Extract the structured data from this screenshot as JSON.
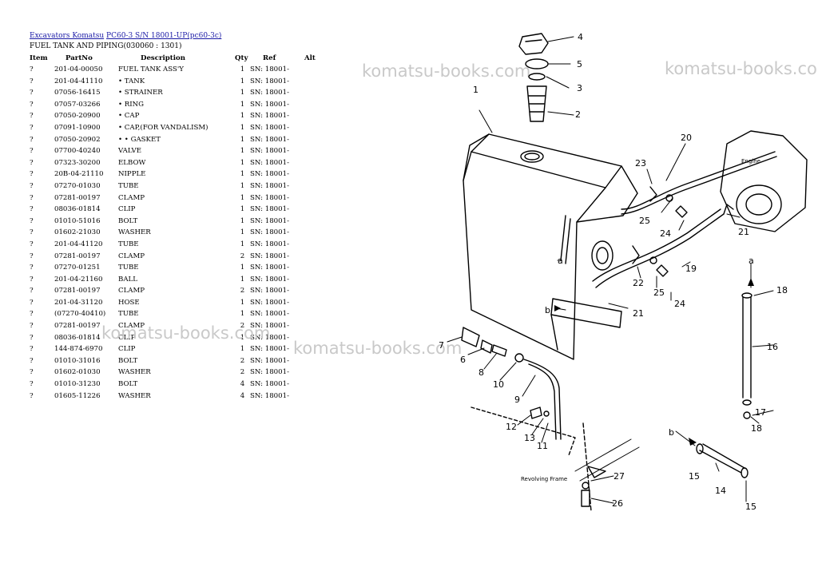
{
  "breadcrumb": {
    "link1": "Excavators Komatsu",
    "link2": "PC60-3 S/N 18001-UP(pc60-3c)"
  },
  "page_title": "FUEL TANK AND PIPING(030060 : 1301)",
  "table": {
    "headers": [
      "Item",
      "PartNo",
      "Description",
      "Qty",
      "Ref",
      "Alt"
    ],
    "rows": [
      [
        "?",
        "201-04-00050",
        "FUEL TANK ASS'Y",
        "1",
        "SN: 18001-",
        ""
      ],
      [
        "?",
        "201-04-41110",
        "• TANK",
        "1",
        "SN: 18001-",
        ""
      ],
      [
        "?",
        "07056-16415",
        "• STRAINER",
        "1",
        "SN: 18001-",
        ""
      ],
      [
        "?",
        "07057-03266",
        "• RING",
        "1",
        "SN: 18001-",
        ""
      ],
      [
        "?",
        "07050-20900",
        "• CAP",
        "1",
        "SN: 18001-",
        ""
      ],
      [
        "?",
        "07091-10900",
        "• CAP,(FOR VANDALISM)",
        "1",
        "SN: 18001-",
        ""
      ],
      [
        "?",
        "07050-20902",
        "• • GASKET",
        "1",
        "SN: 18001-",
        ""
      ],
      [
        "?",
        "07700-40240",
        "VALVE",
        "1",
        "SN: 18001-",
        ""
      ],
      [
        "?",
        "07323-30200",
        "ELBOW",
        "1",
        "SN: 18001-",
        ""
      ],
      [
        "?",
        "20B-04-21110",
        "NIPPLE",
        "1",
        "SN: 18001-",
        ""
      ],
      [
        "?",
        "07270-01030",
        "TUBE",
        "1",
        "SN: 18001-",
        ""
      ],
      [
        "?",
        "07281-00197",
        "CLAMP",
        "1",
        "SN: 18001-",
        ""
      ],
      [
        "?",
        "08036-01814",
        "CLIP",
        "1",
        "SN: 18001-",
        ""
      ],
      [
        "?",
        "01010-51016",
        "BOLT",
        "1",
        "SN: 18001-",
        ""
      ],
      [
        "?",
        "01602-21030",
        "WASHER",
        "1",
        "SN: 18001-",
        ""
      ],
      [
        "?",
        "201-04-41120",
        "TUBE",
        "1",
        "SN: 18001-",
        ""
      ],
      [
        "?",
        "07281-00197",
        "CLAMP",
        "2",
        "SN: 18001-",
        ""
      ],
      [
        "?",
        "07270-01251",
        "TUBE",
        "1",
        "SN: 18001-",
        ""
      ],
      [
        "?",
        "201-04-21160",
        "BALL",
        "1",
        "SN: 18001-",
        ""
      ],
      [
        "?",
        "07281-00197",
        "CLAMP",
        "2",
        "SN: 18001-",
        ""
      ],
      [
        "?",
        "201-04-31120",
        "HOSE",
        "1",
        "SN: 18001-",
        ""
      ],
      [
        "?",
        "(07270-40410)",
        "TUBE",
        "1",
        "SN: 18001-",
        ""
      ],
      [
        "?",
        "07281-00197",
        "CLAMP",
        "2",
        "SN: 18001-",
        ""
      ],
      [
        "?",
        "08036-01814",
        "CLIP",
        "1",
        "SN: 18001-",
        ""
      ],
      [
        "?",
        "144-874-6970",
        "CLIP",
        "1",
        "SN: 18001-",
        ""
      ],
      [
        "?",
        "01010-31016",
        "BOLT",
        "2",
        "SN: 18001-",
        ""
      ],
      [
        "?",
        "01602-01030",
        "WASHER",
        "2",
        "SN: 18001-",
        ""
      ],
      [
        "?",
        "01010-31230",
        "BOLT",
        "4",
        "SN: 18001-",
        ""
      ],
      [
        "?",
        "01605-11226",
        "WASHER",
        "4",
        "SN: 18001-",
        ""
      ]
    ]
  },
  "watermark": "komatsu-books.com",
  "diagram": {
    "callouts": [
      "1",
      "2",
      "3",
      "4",
      "5",
      "6",
      "7",
      "8",
      "9",
      "10",
      "11",
      "12",
      "13",
      "14",
      "15",
      "15",
      "16",
      "17",
      "18",
      "18",
      "19",
      "20",
      "21",
      "21",
      "22",
      "23",
      "24",
      "24",
      "25",
      "25",
      "26",
      "27",
      "a",
      "a",
      "b",
      "b"
    ],
    "engine_label": "Engine",
    "frame_label": "Revolving Frame"
  }
}
